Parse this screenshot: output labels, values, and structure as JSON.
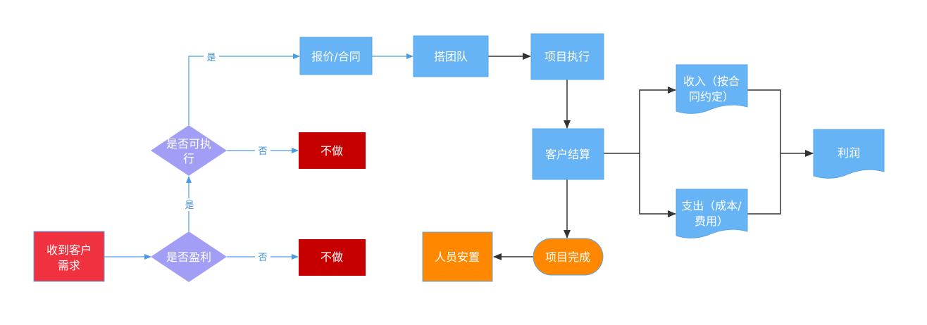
{
  "colors": {
    "blue_node": "#66b3f5",
    "blue_node_border": "#5aa5e8",
    "diamond": "#a29ef5",
    "red_start": "#f03240",
    "dark_red": "#c60000",
    "orange": "#ff8800",
    "blue_edge": "#4a9ae6",
    "black_edge": "#333333",
    "node_text": "#ffffff"
  },
  "nodes": {
    "start": {
      "lines": [
        "收到客户",
        "需求"
      ]
    },
    "profit_check": {
      "lines": [
        "是否盈利"
      ]
    },
    "feasible_check": {
      "lines": [
        "是否可执",
        "行"
      ]
    },
    "no_do_top": {
      "lines": [
        "不做"
      ]
    },
    "no_do_bottom": {
      "lines": [
        "不做"
      ]
    },
    "quote": {
      "lines": [
        "报价/合同"
      ]
    },
    "team": {
      "lines": [
        "搭团队"
      ]
    },
    "execute": {
      "lines": [
        "项目执行"
      ]
    },
    "settle": {
      "lines": [
        "客户结算"
      ]
    },
    "complete": {
      "lines": [
        "项目完成"
      ]
    },
    "staffing": {
      "lines": [
        "人员安置"
      ]
    },
    "income": {
      "lines": [
        "收入（按合",
        "同约定）"
      ]
    },
    "expense": {
      "lines": [
        "支出（成本/",
        "费用）"
      ]
    },
    "profit": {
      "lines": [
        "利润"
      ]
    }
  },
  "edge_labels": {
    "yes_quote": "是",
    "no_feasible": "否",
    "yes_feasible": "是",
    "no_profit": "否"
  }
}
